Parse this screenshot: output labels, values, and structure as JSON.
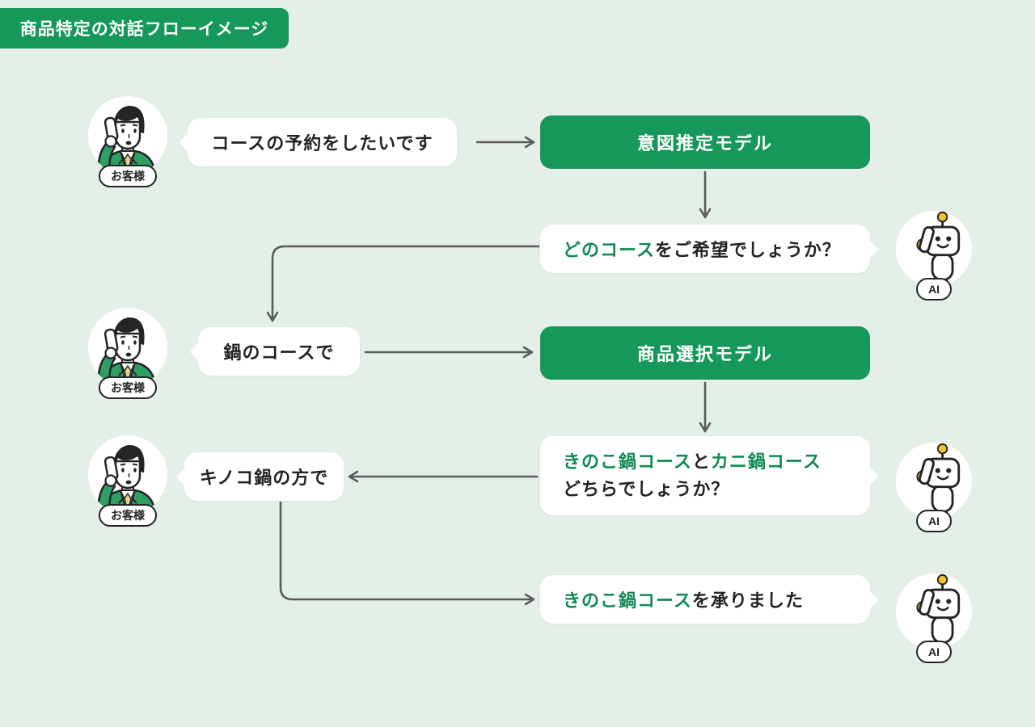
{
  "title": "商品特定の対話フローイメージ",
  "colors": {
    "background": "#e4efe8",
    "accent_green": "#16985a",
    "highlight_text_green": "#108a53",
    "arrow_gray": "#5b5b5b",
    "bubble_white": "#ffffff",
    "ink": "#252525",
    "robot_yellow": "#f0c230"
  },
  "labels": {
    "customer": "お客様",
    "ai": "AI"
  },
  "flow": {
    "bubble1": "コースの予約をしたいです",
    "model1": "意図推定モデル",
    "bubble2_highlight": "どのコース",
    "bubble2_rest": "をご希望でしょうか？",
    "bubble3": "鍋のコースで",
    "model2": "商品選択モデル",
    "bubble4_green1": "きのこ鍋コース",
    "bubble4_and": "と",
    "bubble4_green2": "カニ鍋コース",
    "bubble4_line2": "どちらでしょうか？",
    "bubble5": "キノコ鍋の方で",
    "bubble6_green": "きのこ鍋コース",
    "bubble6_rest": "を承りました"
  }
}
